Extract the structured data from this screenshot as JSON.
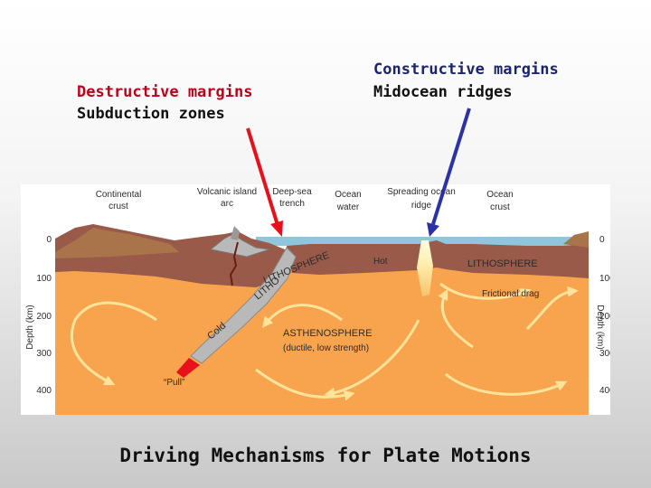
{
  "headings": {
    "destructive_title": "Destructive margins",
    "destructive_sub": "Subduction zones",
    "constructive_title": "Constructive margins",
    "constructive_sub": "Midocean ridges"
  },
  "caption": "Driving Mechanisms for Plate Motions",
  "diagram": {
    "labels": {
      "continental_crust_1": "Continental",
      "continental_crust_2": "crust",
      "volcanic_arc_1": "Volcanic island",
      "volcanic_arc_2": "arc",
      "trench_1": "Deep-sea",
      "trench_2": "trench",
      "ocean_water_1": "Ocean",
      "ocean_water_2": "water",
      "ridge_1": "Spreading ocean",
      "ridge_2": "ridge",
      "ocean_crust_1": "Ocean",
      "ocean_crust_2": "crust",
      "lithosphere_left": "LITHOSPHERE",
      "lithosphere_slab": "LITHO",
      "lithosphere_right": "LITHOSPHERE",
      "hot": "Hot",
      "cold": "Cold",
      "frictional_drag": "Frictional drag",
      "asthenosphere": "ASTHENOSPHERE",
      "asthenosphere_note": "(ductile, low strength)",
      "pull": "“Pull”"
    },
    "depth_axis_title": "Depth (km)",
    "depth_ticks": [
      "0",
      "100",
      "200",
      "300",
      "400"
    ],
    "colors": {
      "asthenosphere": "#f8a44e",
      "lithosphere": "#9a5a4a",
      "ocean": "#8fc6db",
      "continent": "#a9744a",
      "arrow_red": "#e8101b",
      "arrow_blue": "#2b32a8",
      "flow_arrows": "#fde49a"
    }
  }
}
